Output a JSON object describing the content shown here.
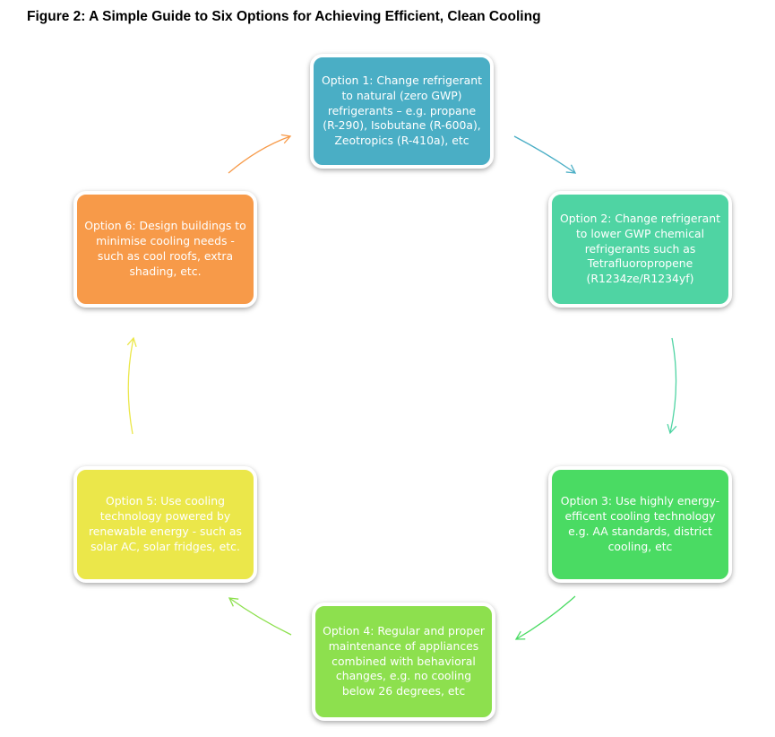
{
  "title": "Figure 2: A Simple Guide to Six Options for Achieving Efficient, Clean Cooling",
  "options": [
    {
      "text": "Option 1: Change refrigerant to natural (zero GWP) refrigerants – e.g. propane (R-290), Isobutane (R-600a), Zeotropics (R-410a), etc",
      "color": "#4aaec5"
    },
    {
      "text": "Option 2: Change refrigerant to lower GWP chemical refrigerants such as Tetrafluoropropene (R1234ze/R1234yf)",
      "color": "#4fd4a3"
    },
    {
      "text": "Option 3: Use highly energy-efficent cooling technology e.g. AA standards, district cooling, etc",
      "color": "#4adb63"
    },
    {
      "text": "Option 4: Regular and proper maintenance of appliances combined with behavioral changes, e.g. no cooling below 26 degrees, etc",
      "color": "#8de04e"
    },
    {
      "text": "Option 5: Use cooling technology powered by renewable energy - such as solar AC, solar fridges, etc.",
      "color": "#ebe74a"
    },
    {
      "text": "Option 6: Design buildings to minimise cooling needs - such as cool roofs, extra shading, etc.",
      "color": "#f79a49"
    }
  ],
  "arrow_colors": [
    "#4aaec5",
    "#4fd4a3",
    "#4adb63",
    "#8de04e",
    "#ebe74a",
    "#f79a49"
  ]
}
